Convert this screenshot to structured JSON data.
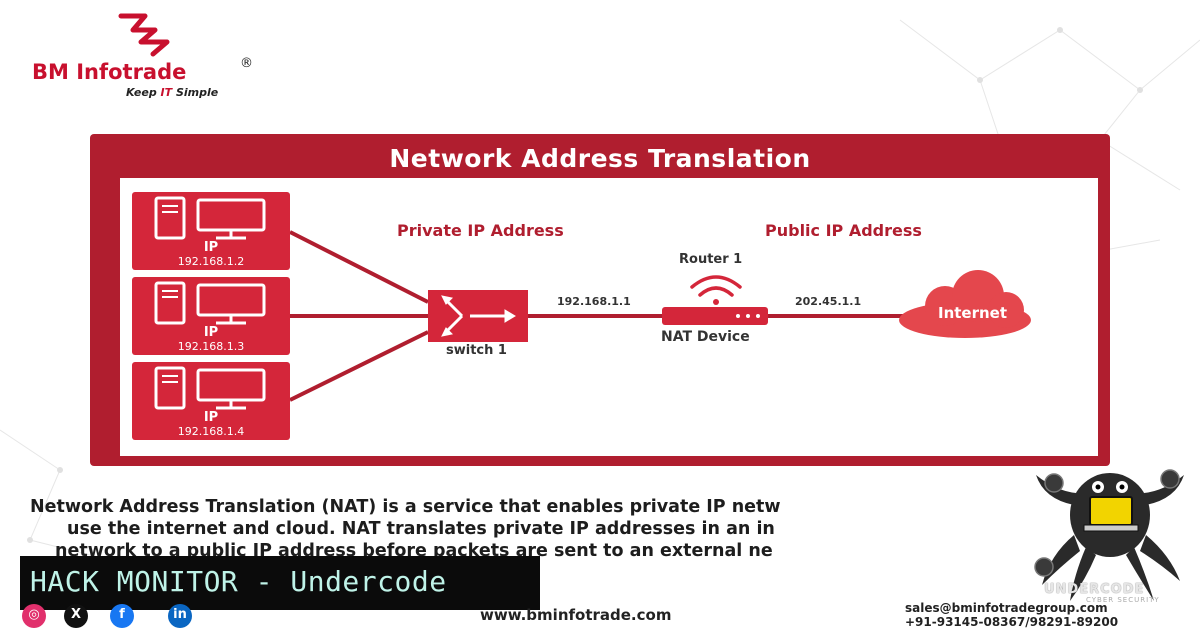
{
  "brand": {
    "name": "BM Infotrade",
    "registered": "®",
    "tagline_part1": "Keep ",
    "tagline_it": "IT",
    "tagline_part2": " Simple",
    "color": "#c8102e"
  },
  "diagram": {
    "title": "Network Address Translation",
    "private_label": "Private IP Address",
    "public_label": "Public IP Address",
    "hosts": [
      {
        "label": "IP",
        "ip": "192.168.1.2"
      },
      {
        "label": "IP",
        "ip": "192.168.1.3"
      },
      {
        "label": "IP",
        "ip": "192.168.1.4"
      }
    ],
    "switch_label": "switch 1",
    "switch_ip": "192.168.1.1",
    "router_label": "Router 1",
    "nat_label": "NAT Device",
    "public_ip": "202.45.1.1",
    "internet_label": "Internet",
    "accent_color": "#b01e2f"
  },
  "description": {
    "line1": "Network Address Translation (NAT) is a service that enables private IP netw",
    "line2": "use the internet and cloud. NAT translates private IP addresses in an in",
    "line3": "network to a public IP address before packets are sent to an external ne"
  },
  "banner": {
    "text": "HACK MONITOR - Undercode"
  },
  "footer": {
    "website": "www.bminfotrade.com",
    "email": "sales@bminfotradegroup.com",
    "phone": "+91-93145-08367/98291-89200"
  },
  "social": [
    {
      "icon": "instagram-icon",
      "glyph": "◎",
      "color": "#e1306c"
    },
    {
      "icon": "x-icon",
      "glyph": "X",
      "color": "#111111"
    },
    {
      "icon": "facebook-icon",
      "glyph": "f",
      "color": "#1877f2"
    },
    {
      "icon": "linkedin-icon",
      "glyph": "in",
      "color": "#0a66c2"
    }
  ],
  "watermark": {
    "name": "UNDERCODE",
    "sub": "CYBER SECURITY"
  }
}
